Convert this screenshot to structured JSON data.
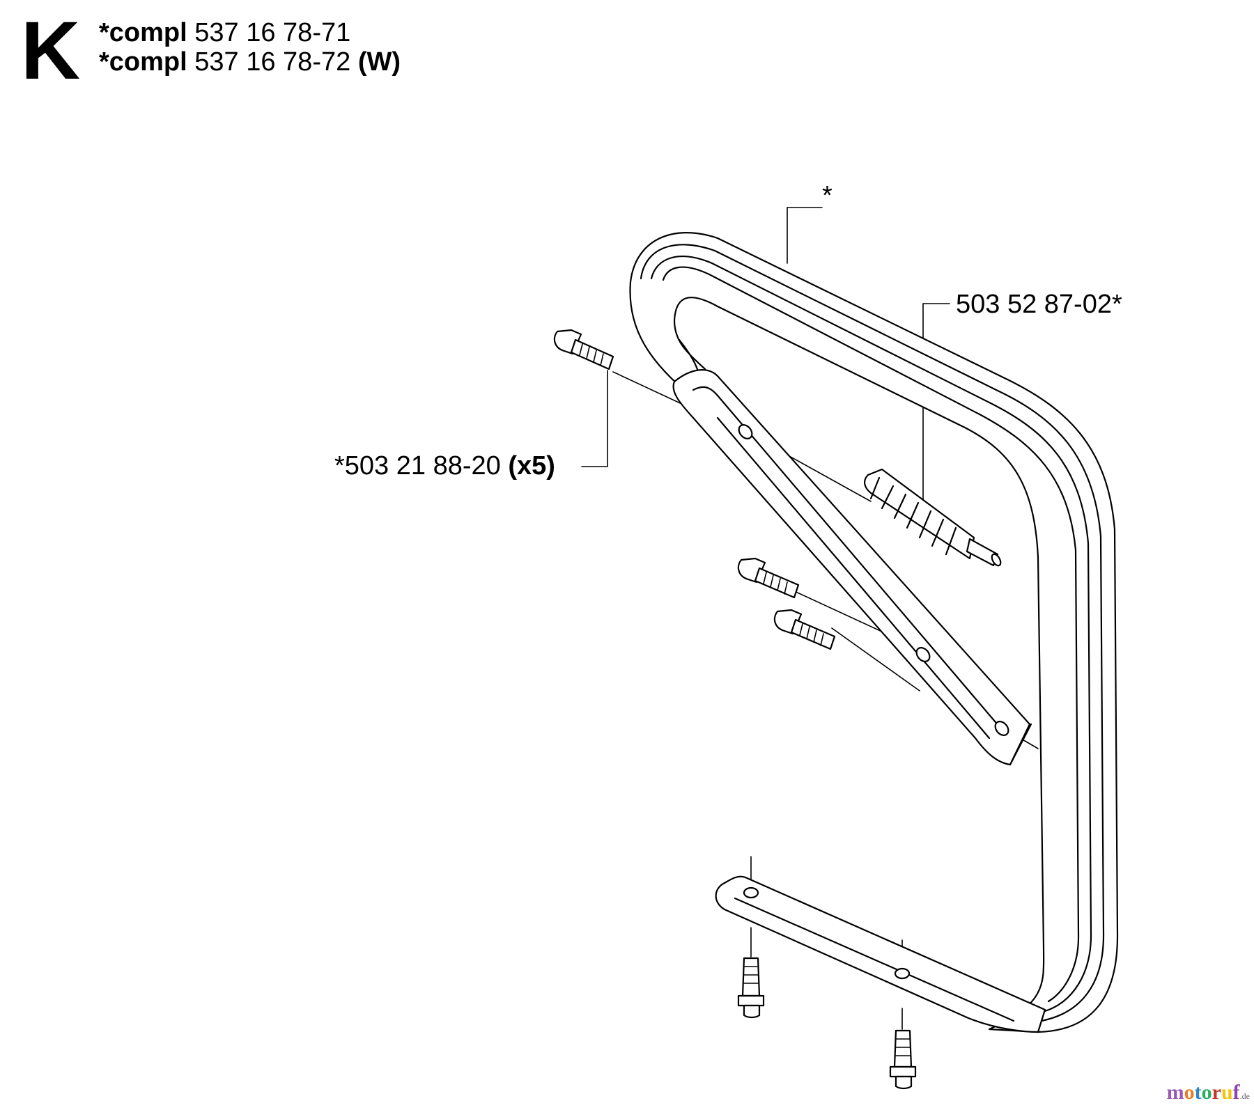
{
  "header": {
    "section_letter": "K",
    "lines": [
      {
        "prefix": "*compl",
        "number": "537 16 78-71",
        "suffix": ""
      },
      {
        "prefix": "*compl",
        "number": "537 16 78-72",
        "suffix": "(W)"
      }
    ]
  },
  "callouts": {
    "handle": {
      "text": "*"
    },
    "damper": {
      "text": "503 52 87-02*"
    },
    "screw": {
      "number": "*503 21 88-20",
      "qty": "(x5)"
    }
  },
  "watermark": {
    "text": "motoruf",
    "suffix": ".de",
    "colors": [
      "#9b59b6",
      "#e67e22",
      "#2e86c1",
      "#27ae60",
      "#c0392b",
      "#f1c40f",
      "#8e44ad"
    ]
  }
}
